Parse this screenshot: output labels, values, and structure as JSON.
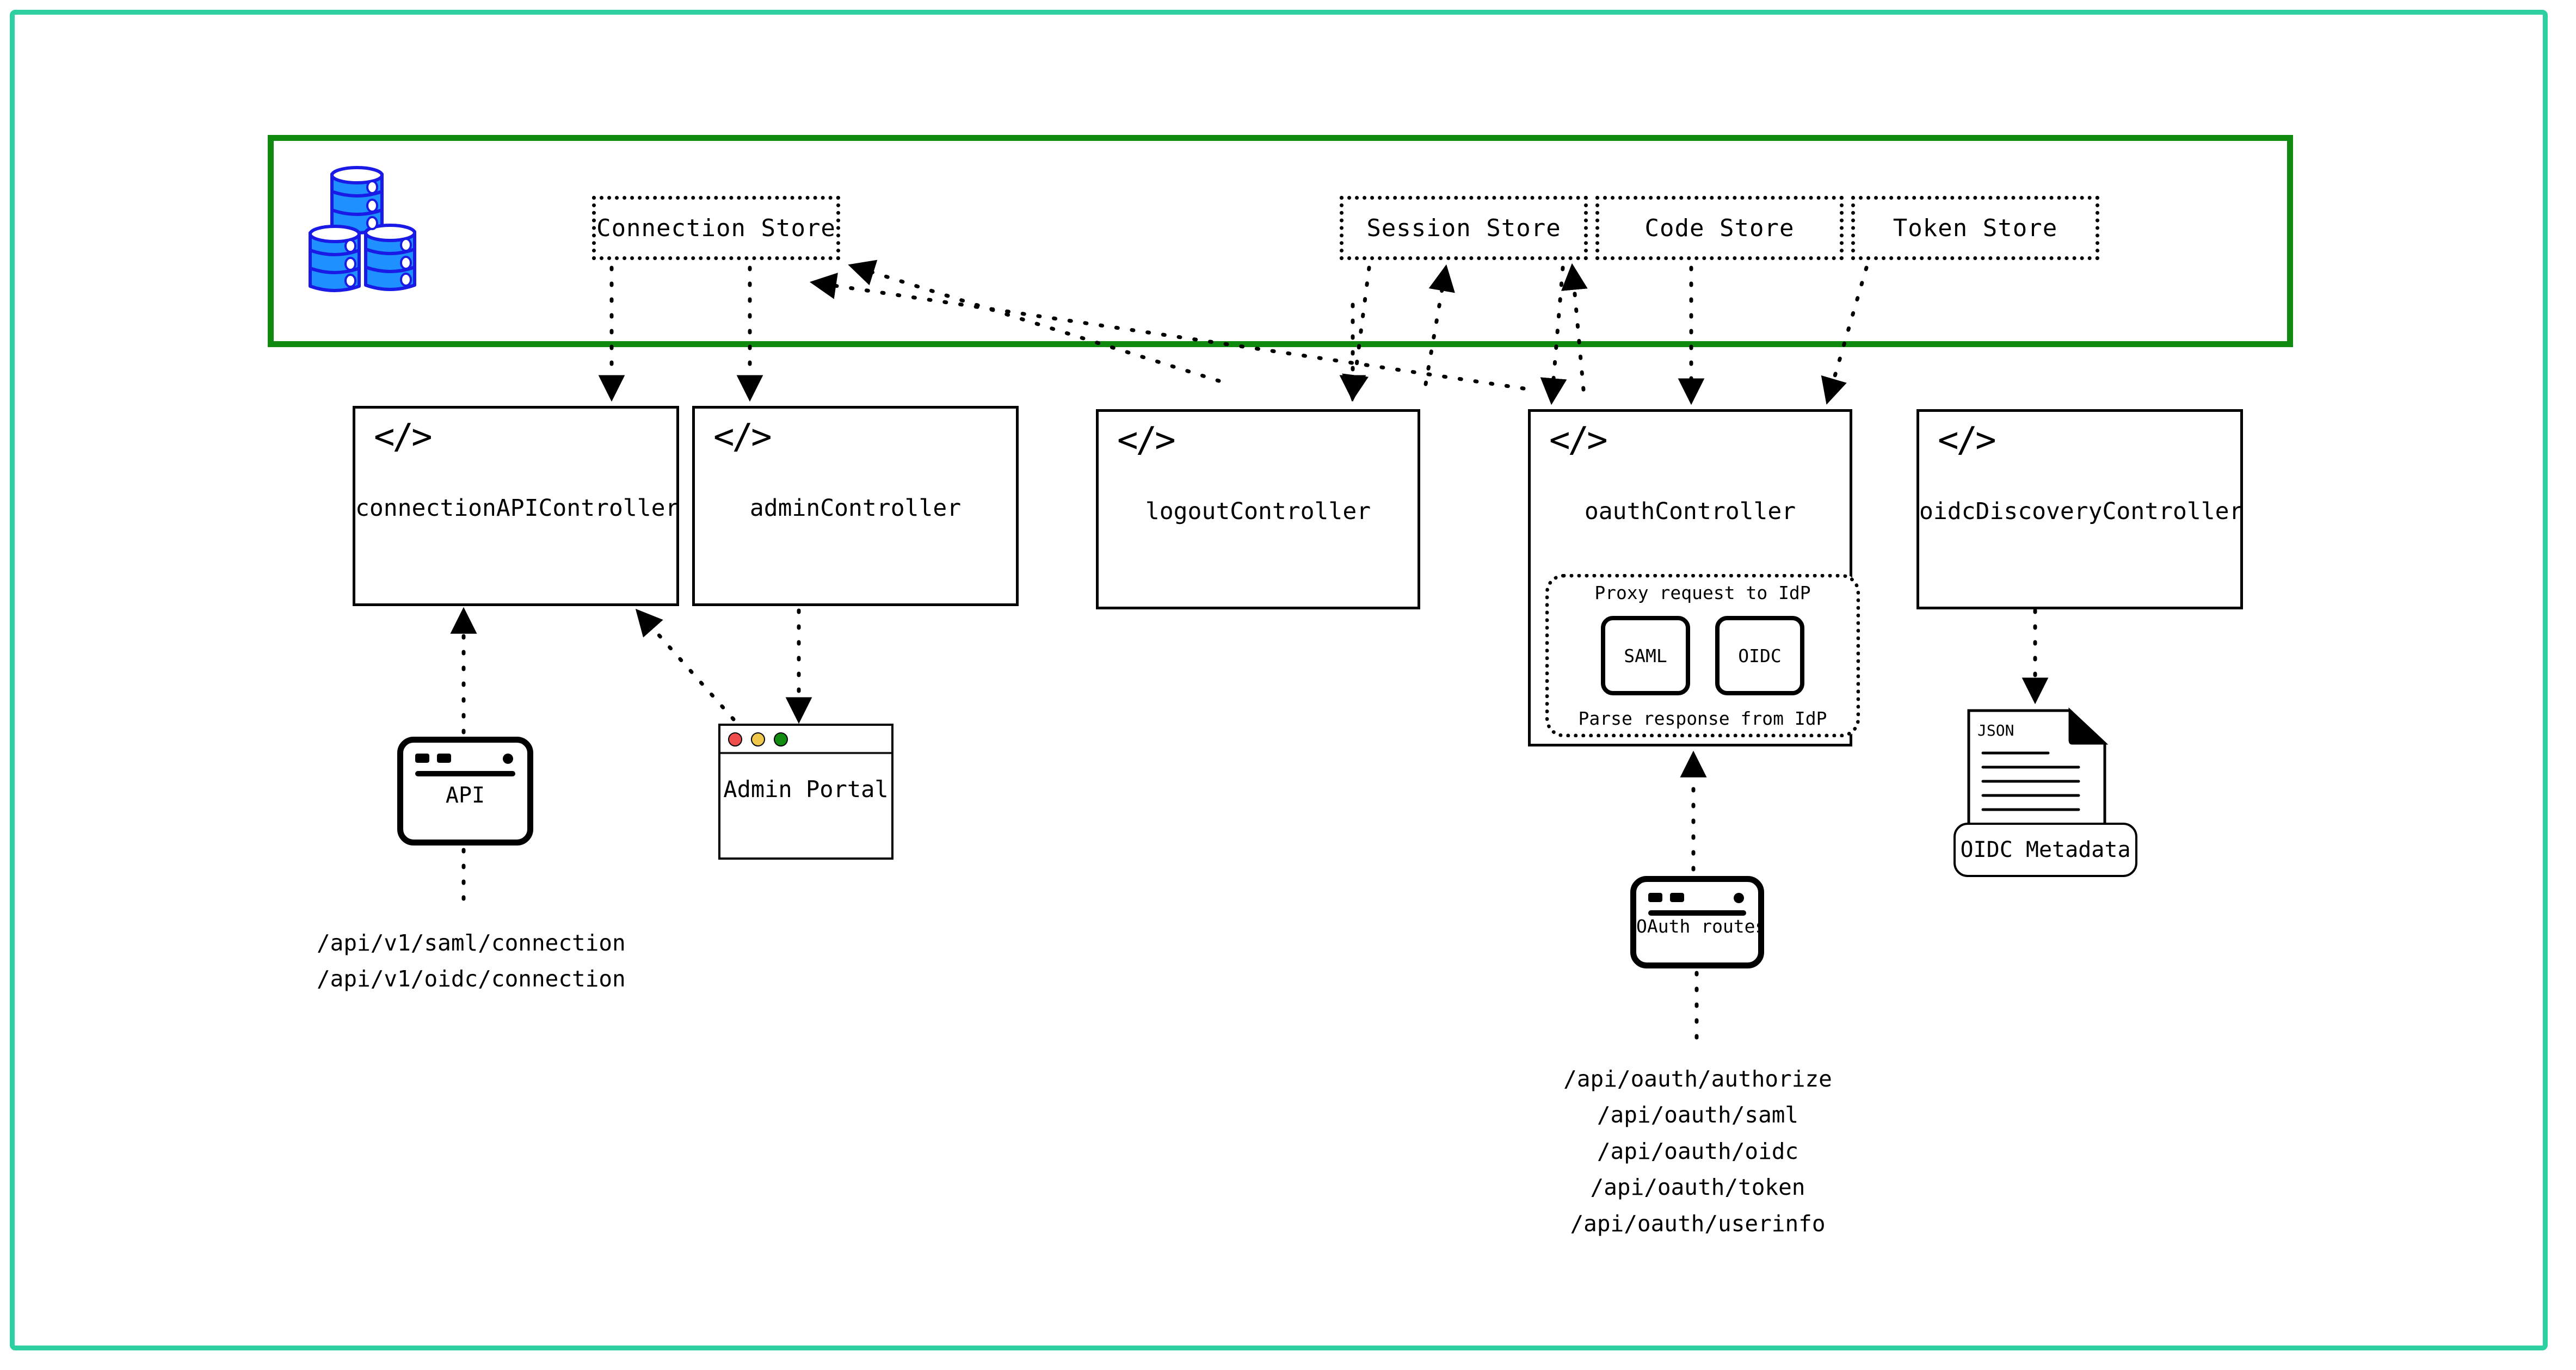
{
  "frame": {
    "outer_border_color": "#2ecfa0",
    "store_container_border_color": "#0f8a0f"
  },
  "datastore_icon": {
    "name": "database-stack-icon",
    "fill": "#1e90ff",
    "stroke": "#1a1ae6"
  },
  "stores": [
    {
      "id": "connection-store",
      "label": "Connection Store"
    },
    {
      "id": "session-store",
      "label": "Session Store"
    },
    {
      "id": "code-store",
      "label": "Code Store"
    },
    {
      "id": "token-store",
      "label": "Token Store"
    }
  ],
  "controllers": [
    {
      "id": "connection-api-controller",
      "label": "connectionAPIController",
      "icon": "code-brackets-icon"
    },
    {
      "id": "admin-controller",
      "label": "adminController",
      "icon": "code-brackets-icon"
    },
    {
      "id": "logout-controller",
      "label": "logoutController",
      "icon": "code-brackets-icon"
    },
    {
      "id": "oauth-controller",
      "label": "oauthController",
      "icon": "code-brackets-icon"
    },
    {
      "id": "oidc-discovery-controller",
      "label": "oidcDiscoveryController",
      "icon": "code-brackets-icon"
    }
  ],
  "idp_group": {
    "caption_top": "Proxy request to IdP",
    "caption_bottom": "Parse response from IdP",
    "chips": [
      {
        "id": "saml-chip",
        "label": "SAML"
      },
      {
        "id": "oidc-chip",
        "label": "OIDC"
      }
    ]
  },
  "clients": {
    "api": {
      "label": "API"
    },
    "admin_portal": {
      "label": "Admin Portal",
      "traffic_lights": [
        "#ef4c4c",
        "#efc74c",
        "#118c11"
      ]
    },
    "oauth_routes": {
      "label": "OAuth routes"
    },
    "oidc_metadata": {
      "doc_type": "JSON",
      "label": "OIDC Metadata"
    }
  },
  "route_lists": {
    "connection_api": [
      "/api/v1/saml/connection",
      "/api/v1/oidc/connection"
    ],
    "oauth": [
      "/api/oauth/authorize",
      "/api/oauth/saml",
      "/api/oauth/oidc",
      "/api/oauth/token",
      "/api/oauth/userinfo"
    ]
  }
}
